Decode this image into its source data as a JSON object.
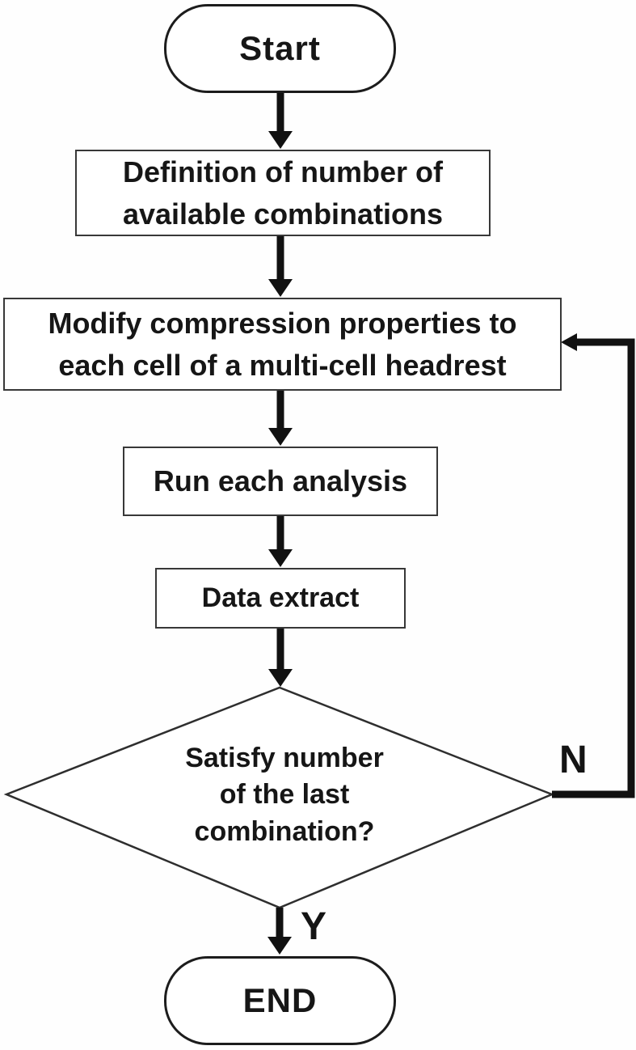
{
  "palette": {
    "ink": "#1a1a1a",
    "background": "#ffffff"
  },
  "nodes": {
    "start": {
      "type": "terminator",
      "label": "Start"
    },
    "definition": {
      "type": "process",
      "label": "Definition of number of\navailable combinations"
    },
    "modify": {
      "type": "process",
      "label": "Modify compression properties to\neach cell of a multi-cell headrest"
    },
    "run": {
      "type": "process",
      "label": "Run each analysis"
    },
    "extract": {
      "type": "process",
      "label": "Data extract"
    },
    "decision": {
      "type": "decision",
      "label": "Satisfy number\nof the last\ncombination?"
    },
    "end": {
      "type": "terminator",
      "label": "END"
    }
  },
  "edges": {
    "decision_no": {
      "label": "N"
    },
    "decision_yes": {
      "label": "Y"
    }
  }
}
